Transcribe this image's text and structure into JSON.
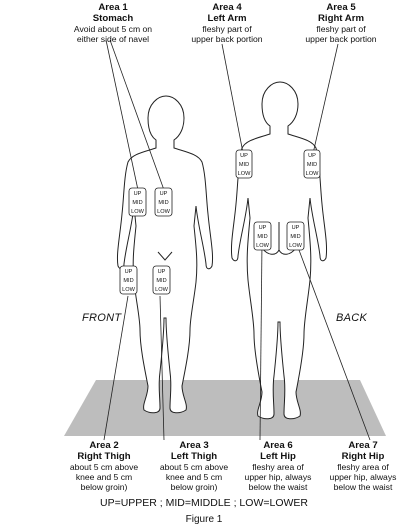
{
  "areas": [
    {
      "area": "Area 1",
      "name": "Stomach",
      "desc": [
        "Avoid about 5 cm on",
        "either side of navel"
      ]
    },
    {
      "area": "Area 4",
      "name": "Left Arm",
      "desc": [
        "fleshy part of",
        "upper back portion"
      ]
    },
    {
      "area": "Area 5",
      "name": "Right Arm",
      "desc": [
        "fleshy part of",
        "upper back portion"
      ]
    },
    {
      "area": "Area 2",
      "name": "Right Thigh",
      "desc": [
        "about 5 cm above",
        "knee and 5 cm",
        "below groin)"
      ]
    },
    {
      "area": "Area 3",
      "name": "Left Thigh",
      "desc": [
        "about 5 cm above",
        "knee and 5 cm",
        "below groin)"
      ]
    },
    {
      "area": "Area 6",
      "name": "Left Hip",
      "desc": [
        "fleshy area of",
        "upper hip, always",
        "below the waist"
      ]
    },
    {
      "area": "Area 7",
      "name": "Right Hip",
      "desc": [
        "fleshy area of",
        "upper hip, always",
        "below the waist"
      ]
    }
  ],
  "zone_labels": [
    "UP",
    "MID",
    "LOW"
  ],
  "views": {
    "front": "FRONT",
    "back": "BACK"
  },
  "legend": "UP=UPPER  ;  MID=MIDDLE  ;  LOW=LOWER",
  "caption": "Figure 1"
}
